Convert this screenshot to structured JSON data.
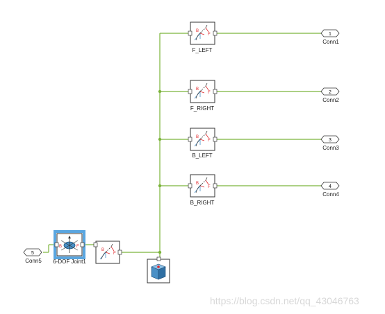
{
  "blocks": {
    "f_left": "F_LEFT",
    "f_right": "F_RIGHT",
    "b_left": "B_LEFT",
    "b_right": "B_RIGHT",
    "joint": "6-DOF Joint1"
  },
  "port_labels": {
    "b": "B",
    "f": "F"
  },
  "connections": {
    "conn1": {
      "number": "1",
      "label": "Conn1"
    },
    "conn2": {
      "number": "2",
      "label": "Conn2"
    },
    "conn3": {
      "number": "3",
      "label": "Conn3"
    },
    "conn4": {
      "number": "4",
      "label": "Conn4"
    },
    "conn5": {
      "number": "5",
      "label": "Conn5"
    }
  },
  "watermark": "https://blog.csdn.net/qq_43046763",
  "colors": {
    "wire": "#7bb33a",
    "block_border": "#333333",
    "selection": "#5aa6e0",
    "port_red": "#e0282d",
    "solid_blue": "#4a90c6"
  }
}
